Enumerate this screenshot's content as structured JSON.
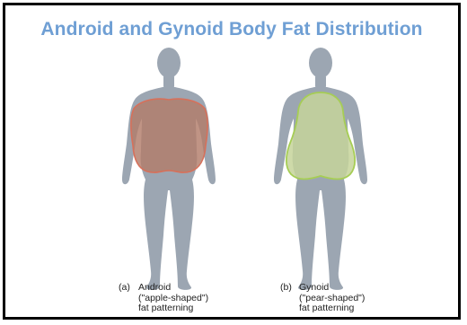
{
  "title": "Android and Gynoid Body Fat Distribution",
  "colors": {
    "title": "#6f9fd4",
    "body_silhouette": "#9ca6b2",
    "android_fat_fill": "#b27c6a",
    "android_fat_outline": "#d7705a",
    "gynoid_fat_fill": "#c6d49a",
    "gynoid_fat_outline": "#a6cd55",
    "frame": "#000000",
    "background": "#ffffff"
  },
  "figures": [
    {
      "id": "android",
      "tag": "(a)",
      "caption_lines": [
        "Android",
        "(\"apple-shaped\")",
        "fat patterning"
      ]
    },
    {
      "id": "gynoid",
      "tag": "(b)",
      "caption_lines": [
        "Gynoid",
        "(\"pear-shaped\")",
        "fat patterning"
      ]
    }
  ]
}
